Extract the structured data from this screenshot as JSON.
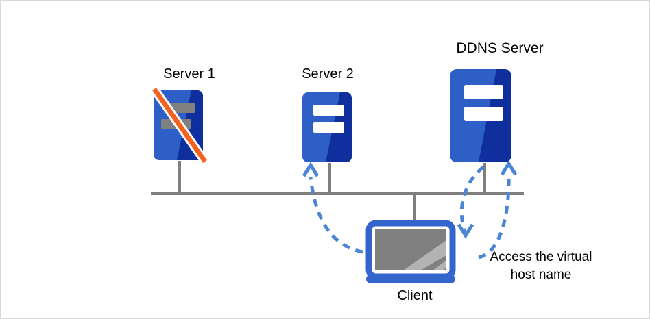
{
  "diagram": {
    "title": "DDNS virtual host name access diagram",
    "colors": {
      "server_light_blue": "#2d5fc6",
      "server_dark_blue": "#0f2f9e",
      "server_slot_white": "#ffffff",
      "server_slot_gray": "#808080",
      "disabled_slash_orange": "#f4621f",
      "disabled_slash_outline": "#ffffff",
      "bus_line_gray": "#7f7f7f",
      "arrow_blue": "#4a86d4",
      "monitor_bezel_blue": "#3465cd",
      "monitor_screen_gray": "#808080",
      "monitor_glare_gray": "#b3b3b3",
      "frame_border": "#d9d9d9",
      "background": "#ffffff",
      "text": "#000000"
    },
    "nodes": [
      {
        "id": "server1",
        "label": "Server 1",
        "state": "disabled",
        "icon": "server-icon"
      },
      {
        "id": "server2",
        "label": "Server 2",
        "state": "active",
        "icon": "server-icon"
      },
      {
        "id": "ddns",
        "label": "DDNS Server",
        "state": "active",
        "icon": "server-icon"
      },
      {
        "id": "client",
        "label": "Client",
        "state": "active",
        "icon": "monitor-icon"
      }
    ],
    "annotation": {
      "line1": "Access the virtual",
      "line2": "host name"
    },
    "connections": [
      {
        "from": "server1",
        "to": "bus",
        "style": "solid"
      },
      {
        "from": "server2",
        "to": "bus",
        "style": "solid"
      },
      {
        "from": "ddns",
        "to": "bus",
        "style": "solid"
      },
      {
        "from": "client",
        "to": "bus",
        "style": "solid"
      }
    ],
    "flows": [
      {
        "from": "client",
        "to": "server2",
        "style": "dashed-curved",
        "direction": "up"
      },
      {
        "from": "client",
        "to": "ddns",
        "style": "dashed-curved",
        "direction": "up"
      },
      {
        "from": "ddns",
        "to": "client",
        "style": "dashed-curved",
        "direction": "down"
      }
    ]
  }
}
